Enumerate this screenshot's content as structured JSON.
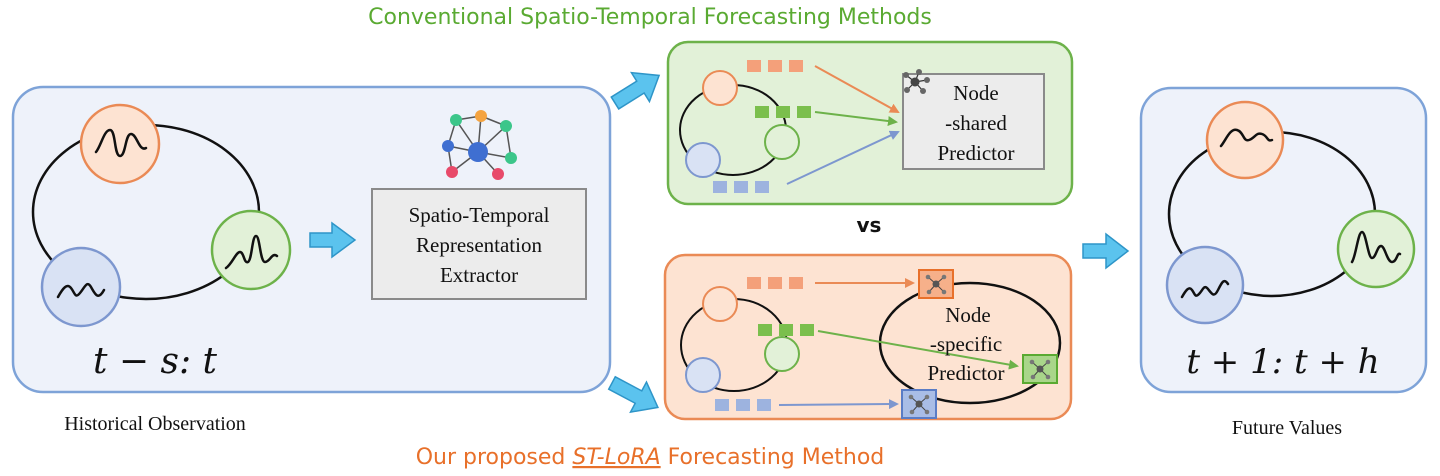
{
  "header": {
    "conventional_title": "Conventional Spatio-Temporal Forecasting Methods",
    "conventional_color": "#5aaa32"
  },
  "footer": {
    "proposed_prefix": "Our proposed ",
    "proposed_name": "ST-LoRA",
    "proposed_suffix": " Forecasting Method",
    "proposed_color": "#e8702a"
  },
  "historical": {
    "formula": "t − s: t",
    "caption": "Historical Observation"
  },
  "extractor": {
    "line1": "Spatio-Temporal",
    "line2": "Representation",
    "line3": "Extractor"
  },
  "conventional": {
    "predictor_line1": "Node",
    "predictor_line2": "-shared",
    "predictor_line3": "Predictor"
  },
  "vs_label": "vs",
  "proposed": {
    "predictor_line1": "Node",
    "predictor_line2": "-specific",
    "predictor_line3": "Predictor"
  },
  "future": {
    "formula": "t + 1: t + h",
    "caption": "Future Values"
  },
  "colors": {
    "orange_fill": "#fde3d2",
    "orange_stroke": "#ea8a55",
    "green_fill": "#e2f1d8",
    "green_stroke": "#6db24a",
    "blue_fill": "#d9e2f4",
    "blue_stroke": "#7d97cf",
    "panel_fill": "#eef2fa",
    "panel_stroke": "#7ea3d8",
    "arrow_fill": "#5bc3ee",
    "arrow_stroke": "#2e95c8"
  },
  "icons": [
    "network-graph-icon",
    "small-network-icon"
  ]
}
